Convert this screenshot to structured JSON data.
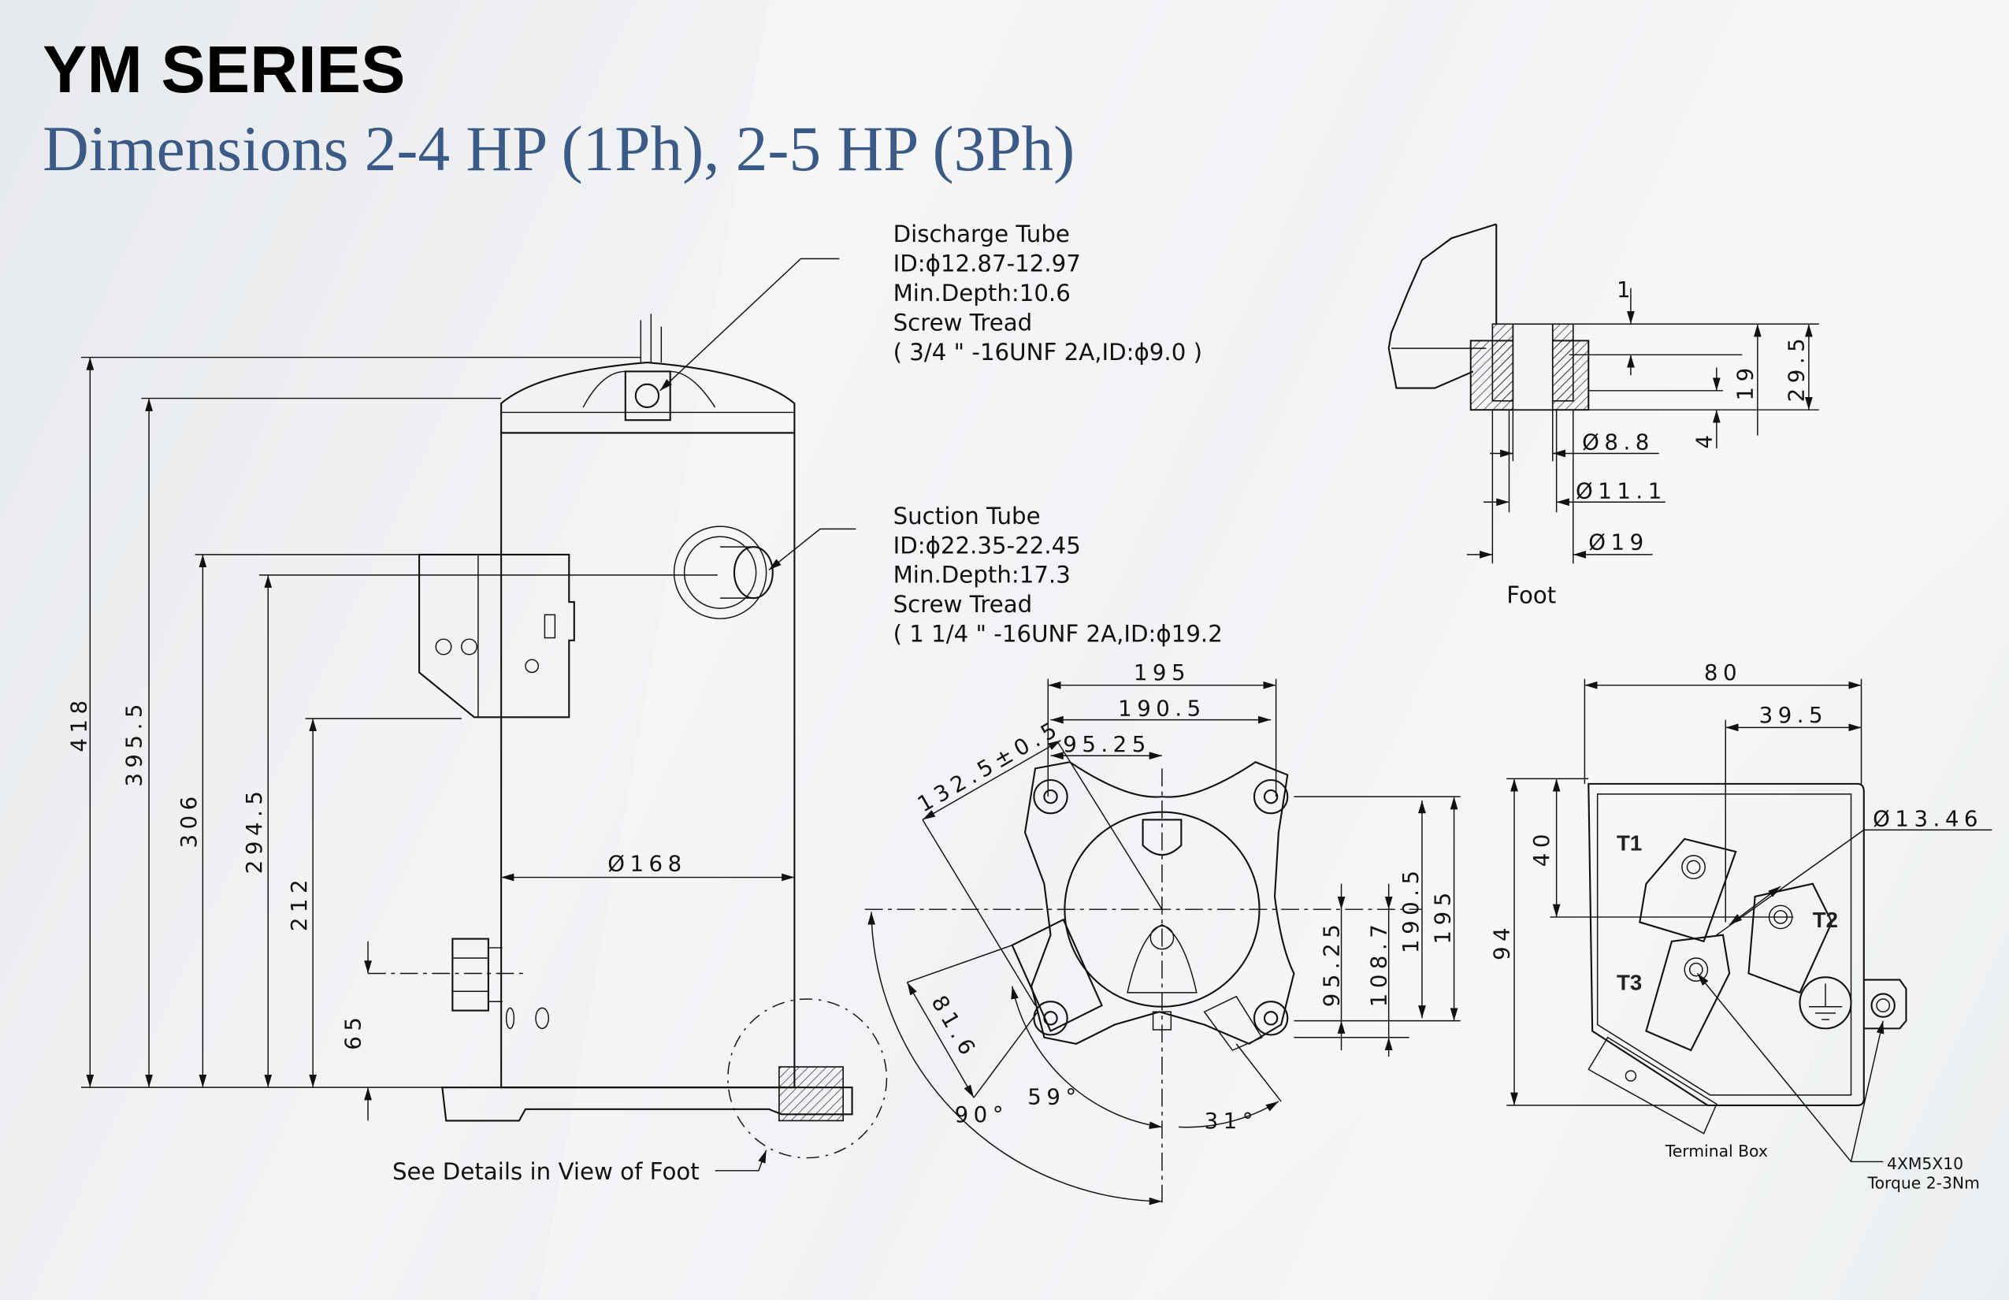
{
  "header": {
    "title": "YM SERIES",
    "subtitle": "Dimensions 2-4 HP (1Ph), 2-5 HP (3Ph)"
  },
  "colors": {
    "title": "#000000",
    "subtitle": "#3b5a86",
    "line": "#111111"
  },
  "discharge_tube": {
    "lines": [
      "Discharge Tube",
      "ID:ϕ12.87-12.97",
      "Min.Depth:10.6",
      "Screw Tread",
      "( 3/4 \" -16UNF 2A,ID:ϕ9.0 )"
    ]
  },
  "suction_tube": {
    "lines": [
      "Suction Tube",
      "ID:ϕ22.35-22.45",
      "Min.Depth:17.3",
      "Screw Tread",
      "( 1 1/4 \" -16UNF 2A,ID:ϕ19.2"
    ]
  },
  "side_view": {
    "heights": [
      "418",
      "395.5",
      "306",
      "294.5",
      "212",
      "65"
    ],
    "diameter": "Ø168",
    "foot_note": "See Details in View of Foot"
  },
  "foot_view": {
    "label": "Foot",
    "dims": {
      "d1": "1",
      "d19": "19",
      "d29_5": "29.5",
      "d4": "4",
      "dia8_8": "Ø8.8",
      "dia11_1": "Ø11.1",
      "dia19": "Ø19"
    }
  },
  "bottom_view": {
    "dims": {
      "w195": "195",
      "w190_5": "190.5",
      "w95_25": "95.25",
      "r132_5": "132.5±0.5",
      "h95_25": "95.25",
      "h108_7": "108.7",
      "h190_5": "190.5",
      "h195": "195",
      "d81_6": "81.6",
      "a59": "59°",
      "a90": "90°",
      "a31": "31°"
    }
  },
  "terminal_box": {
    "label": "Terminal Box",
    "dims": {
      "w80": "80",
      "w39_5": "39.5",
      "dia13_46": "Ø13.46",
      "h40": "40",
      "h94": "94"
    },
    "terminals": [
      "T1",
      "T2",
      "T3"
    ],
    "screw_note": [
      "4XM5X10",
      "Torque 2-3Nm"
    ]
  }
}
